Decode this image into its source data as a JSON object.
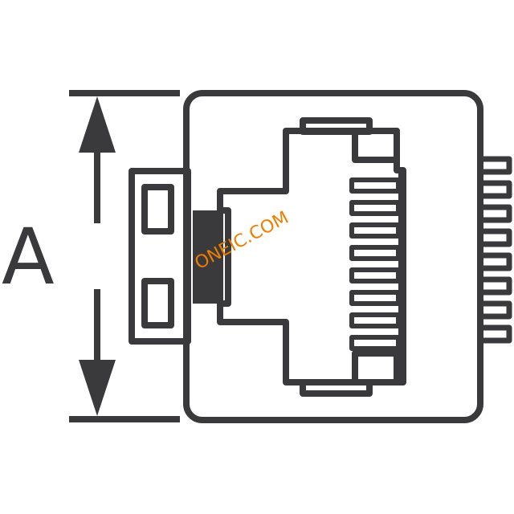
{
  "diagram": {
    "dimension_label": "A",
    "watermark_text": "ONEIC.COM",
    "colors": {
      "stroke": "#3a3a3c",
      "background": "#ffffff",
      "watermark": "#f07d00"
    },
    "parts": {
      "dimension": "height-dimension-arrow",
      "housing": "connector-housing",
      "latch": "latch-tab",
      "contacts": "contact-fingers",
      "pins": "side-pins"
    }
  }
}
